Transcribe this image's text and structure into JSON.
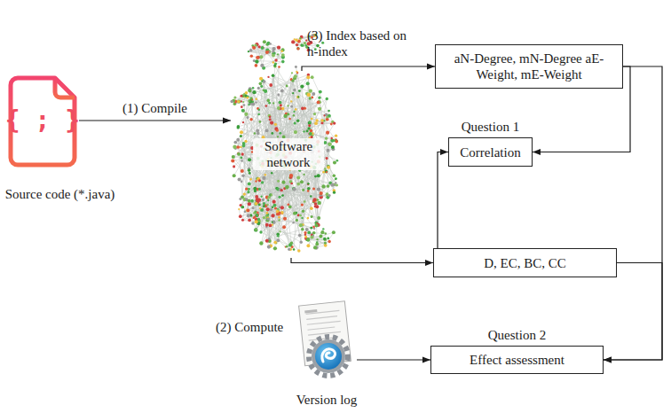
{
  "diagram": {
    "nodes": [
      {
        "text": [
          "{ ; }",
          "Source code (*.java)"
        ]
      },
      {
        "text": [
          "Software network"
        ]
      },
      {
        "text": [
          "aN-Degree, mN-Degree aE-Weight, mE-Weight"
        ]
      },
      {
        "text": [
          "Question 1",
          "Correlation"
        ]
      },
      {
        "text": [
          "D, EC, BC, CC"
        ]
      },
      {
        "text": [
          "Version log"
        ]
      },
      {
        "text": [
          "Question 2",
          "Effect assessment"
        ]
      }
    ],
    "edges": [
      {
        "from": 0,
        "to": 1,
        "arrow": "to",
        "label": "(1) Compile"
      },
      {
        "from": 1,
        "to": 2,
        "arrow": "to",
        "label": "(3) Index based on h-index"
      },
      {
        "from": 1,
        "to": 4,
        "arrow": "to"
      },
      {
        "from": 2,
        "to": 3,
        "arrow": "to"
      },
      {
        "from": 4,
        "to": 3,
        "arrow": "to"
      },
      {
        "from": 2,
        "to": 6,
        "arrow": "to"
      },
      {
        "from": 4,
        "to": 6,
        "arrow": "to"
      },
      {
        "from": 5,
        "to": 6,
        "arrow": "to"
      }
    ],
    "labels": [
      "(2) Compute"
    ]
  }
}
